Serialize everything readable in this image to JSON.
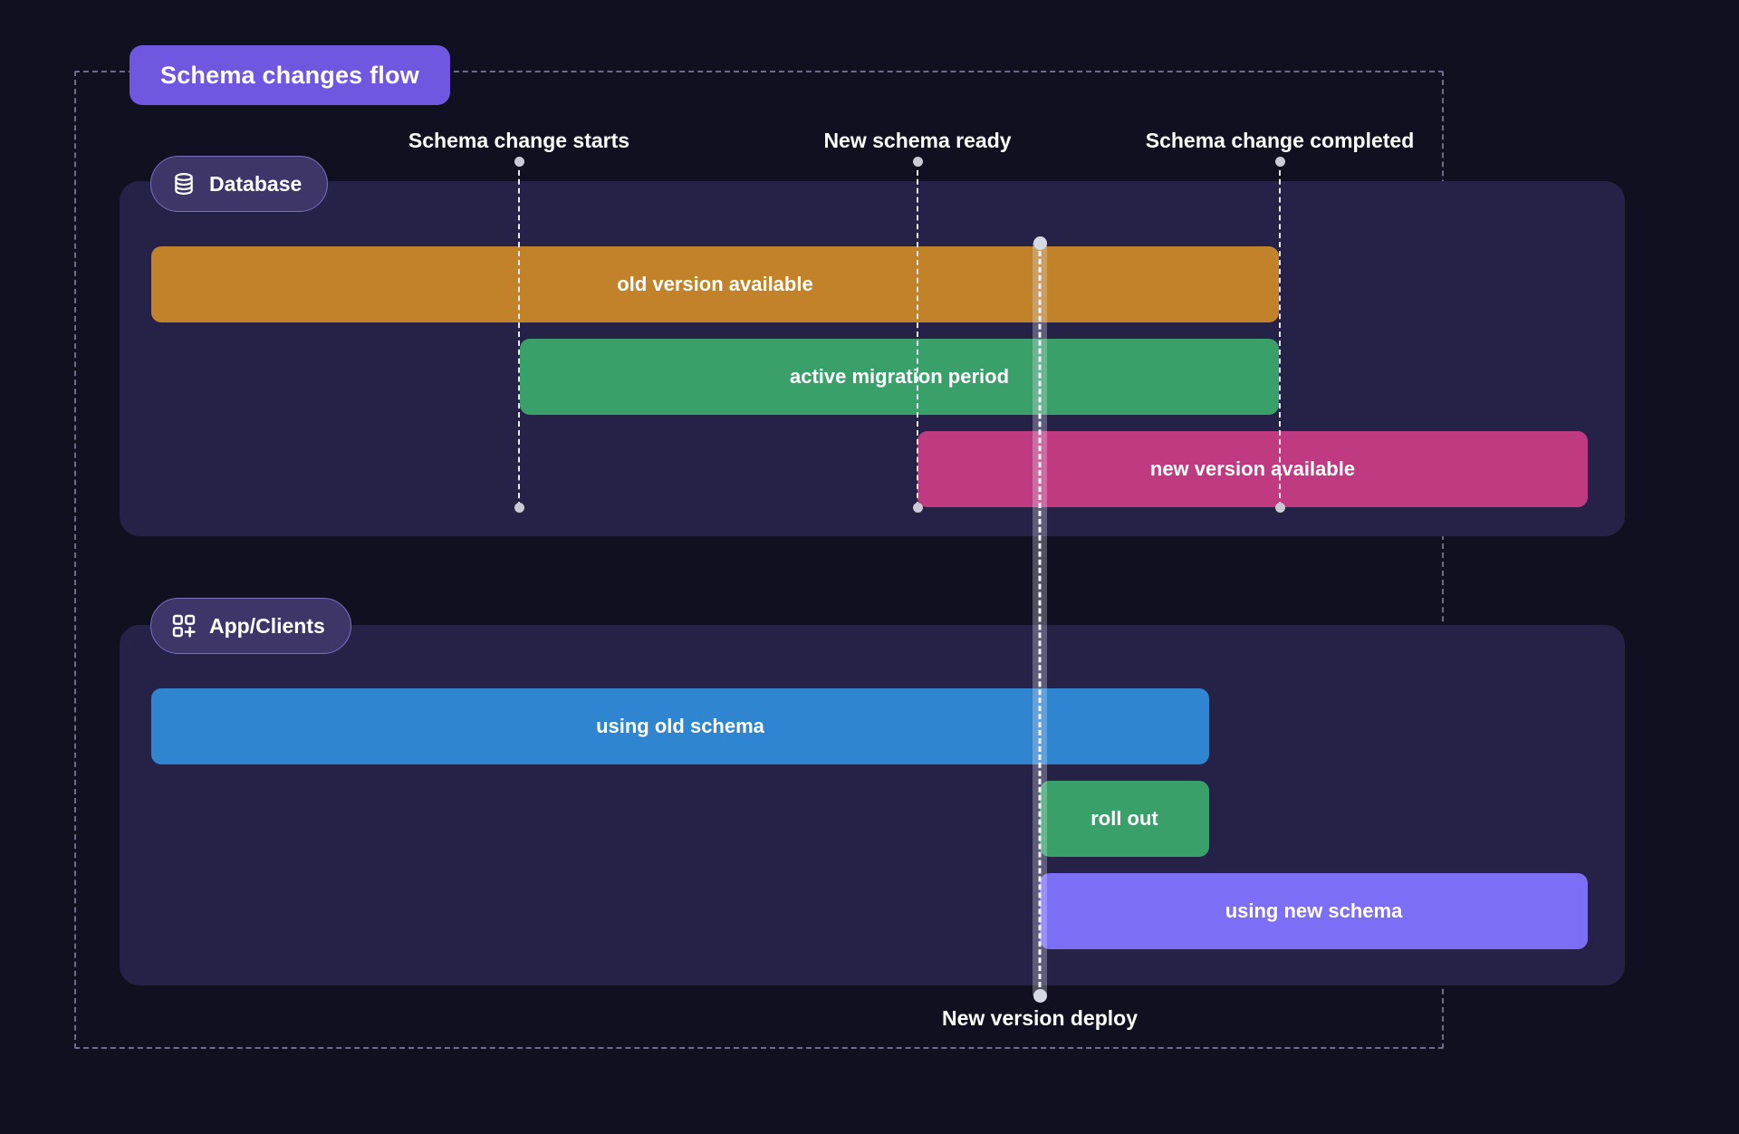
{
  "title": {
    "label": "Schema changes flow"
  },
  "lanes": [
    {
      "id": "database",
      "label": "Database",
      "icon": "database-icon",
      "bars": [
        {
          "label": "old version available",
          "color": "#c1822a"
        },
        {
          "label": "active migration period",
          "color": "#3aa06a"
        },
        {
          "label": "new version available",
          "color": "#c03a82"
        }
      ]
    },
    {
      "id": "clients",
      "label": "App/Clients",
      "icon": "grid-plus-icon",
      "bars": [
        {
          "label": "using old schema",
          "color": "#2f85d0"
        },
        {
          "label": "roll out",
          "color": "#3aa06a"
        },
        {
          "label": "using new schema",
          "color": "#7c6ef5"
        }
      ]
    }
  ],
  "milestones": [
    {
      "label": "Schema change starts"
    },
    {
      "label": "New schema ready"
    },
    {
      "label": "Schema change completed"
    }
  ],
  "deploy": {
    "label": "New version deploy"
  },
  "colors": {
    "background": "#101021",
    "lane_panel": "#262147",
    "title_chip": "#6f57e0",
    "pill_fill": "#3e3569",
    "pill_border": "#7b6fc0",
    "frame_dash": "#6f6b8c",
    "marker_dot": "#c9cad6",
    "marker_line": "#e9e9f2"
  }
}
